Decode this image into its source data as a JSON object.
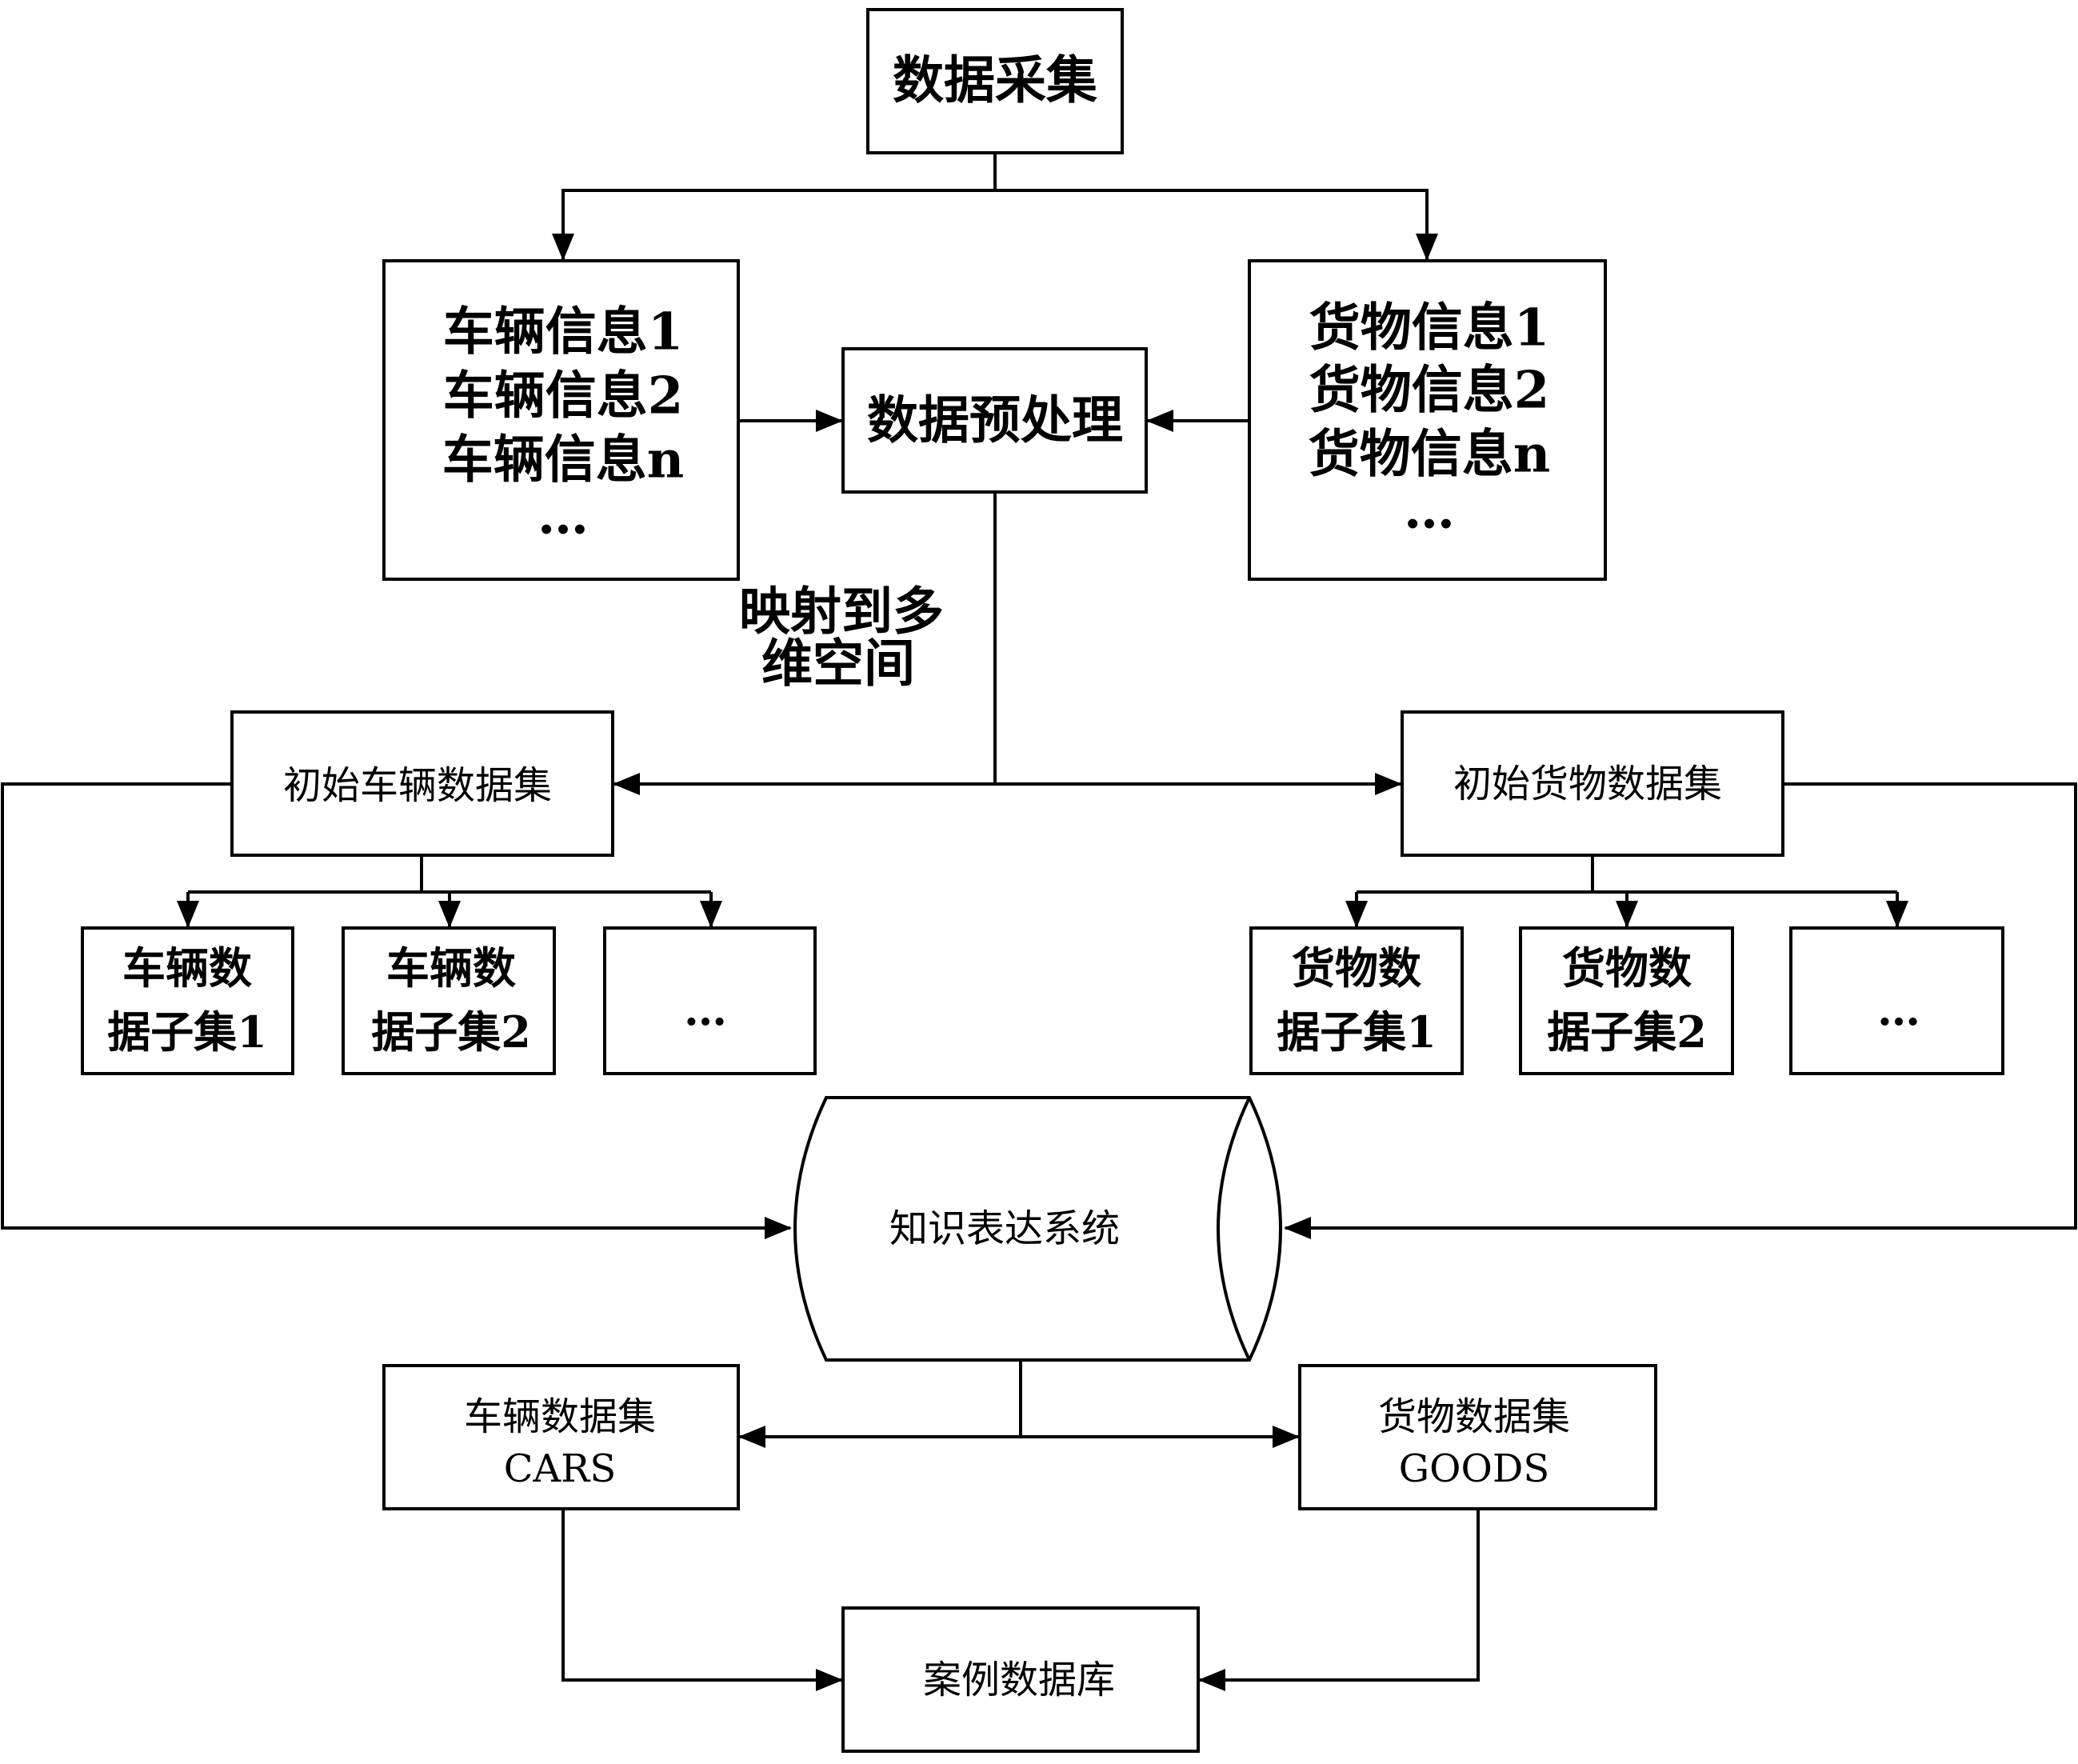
{
  "diagram": {
    "title": "Data acquisition to case database flowchart",
    "nodes": {
      "data_collection": {
        "label": "数据采集"
      },
      "vehicle_info": {
        "lines": [
          "车辆信息1",
          "车辆信息2",
          "车辆信息n",
          "…"
        ]
      },
      "preprocessing": {
        "label": "数据预处理"
      },
      "goods_info": {
        "lines": [
          "货物信息1",
          "货物信息2",
          "货物信息n",
          "…"
        ]
      },
      "mapping_label": {
        "lines": [
          "映射到多",
          "维空间"
        ]
      },
      "initial_vehicle_dataset": {
        "label": "初始车辆数据集"
      },
      "initial_goods_dataset": {
        "label": "初始货物数据集"
      },
      "vehicle_subsets": [
        {
          "lines": [
            "车辆数",
            "据子集1"
          ]
        },
        {
          "lines": [
            "车辆数",
            "据子集2"
          ]
        },
        {
          "lines": [
            "…"
          ]
        }
      ],
      "goods_subsets": [
        {
          "lines": [
            "货物数",
            "据子集1"
          ]
        },
        {
          "lines": [
            "货物数",
            "据子集2"
          ]
        },
        {
          "lines": [
            "…"
          ]
        }
      ],
      "knowledge_system": {
        "label": "知识表达系统"
      },
      "vehicle_dataset": {
        "lines": [
          "车辆数据集",
          "CARS"
        ]
      },
      "goods_dataset": {
        "lines": [
          "货物数据集",
          "GOODS"
        ]
      },
      "case_database": {
        "label": "案例数据库"
      }
    },
    "edges": [
      {
        "from": "数据采集",
        "to": "车辆信息"
      },
      {
        "from": "数据采集",
        "to": "货物信息"
      },
      {
        "from": "车辆信息",
        "to": "数据预处理"
      },
      {
        "from": "货物信息",
        "to": "数据预处理"
      },
      {
        "from": "数据预处理",
        "to": "初始车辆数据集",
        "label": "映射到多维空间"
      },
      {
        "from": "数据预处理",
        "to": "初始货物数据集",
        "label": "映射到多维空间"
      },
      {
        "from": "初始车辆数据集",
        "to": "车辆数据子集1"
      },
      {
        "from": "初始车辆数据集",
        "to": "车辆数据子集2"
      },
      {
        "from": "初始车辆数据集",
        "to": "…"
      },
      {
        "from": "初始货物数据集",
        "to": "货物数据子集1"
      },
      {
        "from": "初始货物数据集",
        "to": "货物数据子集2"
      },
      {
        "from": "初始货物数据集",
        "to": "…"
      },
      {
        "from": "初始车辆数据集",
        "to": "知识表达系统"
      },
      {
        "from": "初始货物数据集",
        "to": "知识表达系统"
      },
      {
        "from": "知识表达系统",
        "to": "车辆数据集 CARS"
      },
      {
        "from": "知识表达系统",
        "to": "货物数据集 GOODS"
      },
      {
        "from": "车辆数据集 CARS",
        "to": "案例数据库"
      },
      {
        "from": "货物数据集 GOODS",
        "to": "案例数据库"
      }
    ]
  }
}
